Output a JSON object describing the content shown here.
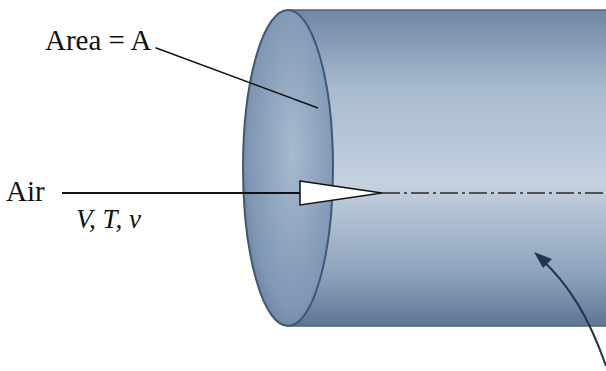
{
  "diagram": {
    "labels": [
      "Area = A",
      "Air",
      "V, T, v"
    ]
  }
}
